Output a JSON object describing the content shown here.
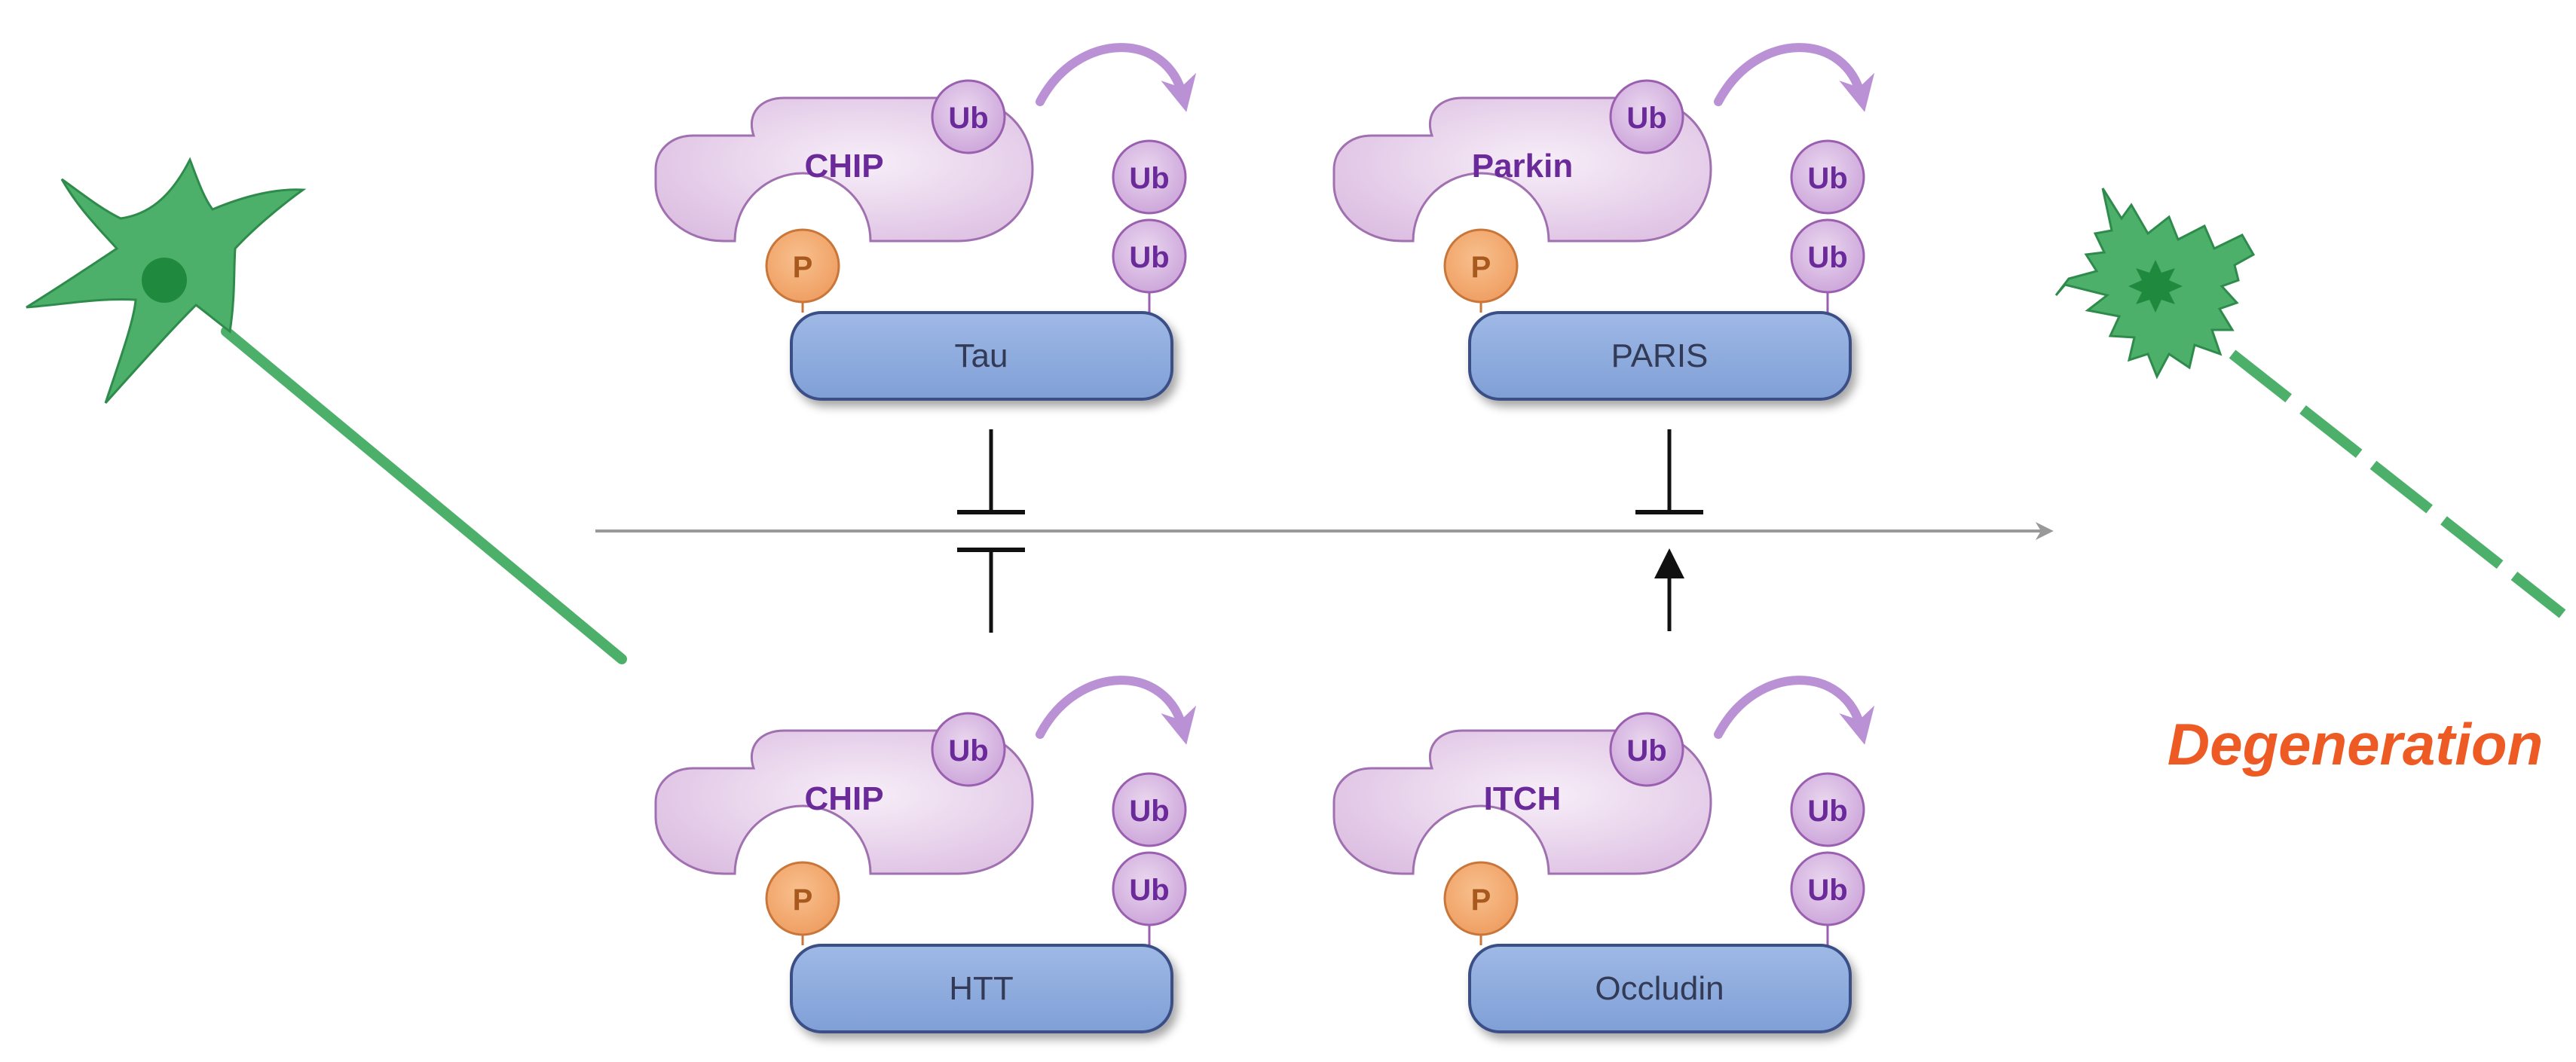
{
  "colors": {
    "neuron": "#4db06a",
    "neuron_dark": "#1f8a3e",
    "neuron_outline": "#2e8b4c",
    "e3_fill": "#e2c8e6",
    "e3_stroke": "#a070b0",
    "ub_fill": "#d6aee0",
    "ub_stroke": "#9b5fb0",
    "ub_text": "#6a2a9a",
    "p_fill": "#f3a66a",
    "p_stroke": "#c8763a",
    "p_text": "#a85a1e",
    "substrate_fill": "#91aee0",
    "substrate_stroke": "#3a4f86",
    "substrate_text": "#333a55",
    "arc": "#b991d4",
    "axis": "#999999",
    "inhibit": "#111111",
    "degeneration_text": "#ee5a24"
  },
  "panels": [
    {
      "id": "tau",
      "e3_label": "CHIP",
      "ub_label": "Ub",
      "p_label": "P",
      "substrate_label": "Tau"
    },
    {
      "id": "paris",
      "e3_label": "Parkin",
      "ub_label": "Ub",
      "p_label": "P",
      "substrate_label": "PARIS"
    },
    {
      "id": "htt",
      "e3_label": "CHIP",
      "ub_label": "Ub",
      "p_label": "P",
      "substrate_label": "HTT"
    },
    {
      "id": "occludin",
      "e3_label": "ITCH",
      "ub_label": "Ub",
      "p_label": "P",
      "substrate_label": "Occludin"
    }
  ],
  "outcome_label": "Degeneration",
  "effects": [
    {
      "from": "tau",
      "type": "inhibit"
    },
    {
      "from": "paris",
      "type": "inhibit"
    },
    {
      "from": "htt",
      "type": "inhibit"
    },
    {
      "from": "occludin",
      "type": "activate"
    }
  ]
}
